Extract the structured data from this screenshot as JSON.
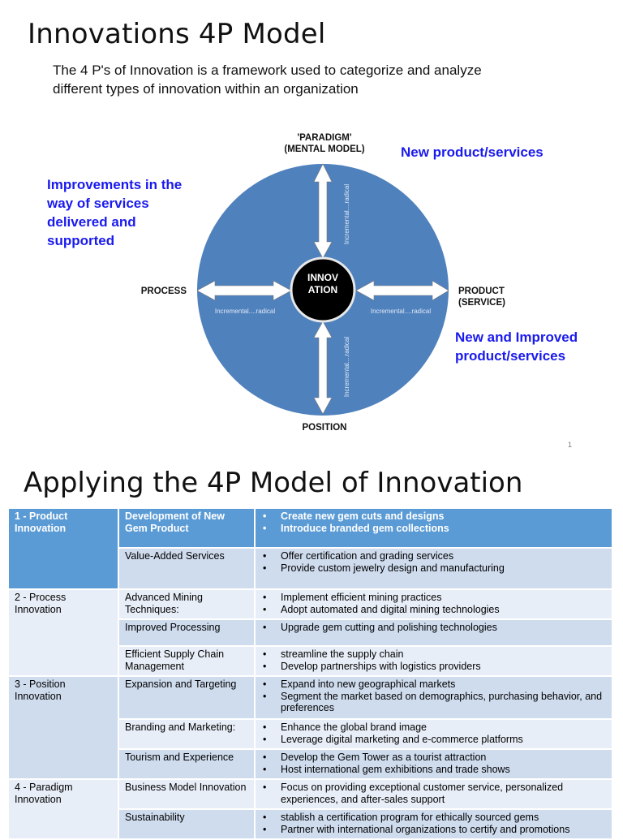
{
  "slide1": {
    "title": "Innovations 4P Model",
    "intro_line1": "The 4 P's of Innovation is a framework used to categorize and analyze",
    "intro_line2": "different types of innovation within an organization",
    "notes": {
      "left": "Improvements in the way of services delivered and supported",
      "top_right": "New product/services",
      "bottom_right": "New and Improved product/services"
    },
    "diagram": {
      "center_line1": "INNOV",
      "center_line2": "ATION",
      "paradigm_line1": "'PARADIGM'",
      "paradigm_line2": "(MENTAL MODEL)",
      "process": "PROCESS",
      "product_line1": "PRODUCT",
      "product_line2": "(SERVICE)",
      "position": "POSITION",
      "axis_label": "Incremental....radical",
      "colors": {
        "disc": "#4f81bd",
        "center": "#000000",
        "arrow": "#ffffff"
      }
    },
    "page_number": "1"
  },
  "slide2": {
    "title": "Applying the 4P Model of Innovation",
    "colors": {
      "header": "#5b9bd5",
      "row_dark": "#cfdcee",
      "row_light": "#e8eef7"
    },
    "rows": [
      {
        "category": "1 - Product Innovation",
        "items": [
          {
            "sub": "Development of New Gem Product",
            "points": [
              "Create new gem cuts and designs",
              "Introduce branded gem collections"
            ]
          },
          {
            "sub": "Value-Added Services",
            "points": [
              "Offer certification and grading services",
              "Provide custom jewelry design and manufacturing"
            ]
          }
        ]
      },
      {
        "category": "2 - Process Innovation",
        "items": [
          {
            "sub": "Advanced Mining Techniques:",
            "points": [
              "Implement  efficient mining practices",
              "Adopt automated and digital mining technologies"
            ]
          },
          {
            "sub": "Improved Processing",
            "points": [
              "Upgrade gem cutting and polishing technologies"
            ]
          },
          {
            "sub": "Efficient Supply Chain Management",
            "points": [
              "streamline the supply chain",
              "Develop partnerships with logistics providers"
            ]
          }
        ]
      },
      {
        "category": "3 - Position Innovation",
        "items": [
          {
            "sub": "Expansion and Targeting",
            "points": [
              "Expand into new geographical markets",
              "Segment the market based on demographics, purchasing behavior, and preferences"
            ]
          },
          {
            "sub": "Branding and Marketing:",
            "points": [
              "Enhance the global brand image",
              "Leverage digital marketing and e-commerce platforms"
            ]
          },
          {
            "sub": "Tourism and Experience",
            "points": [
              "Develop the Gem Tower as a tourist attraction",
              "Host international gem exhibitions and trade shows"
            ]
          }
        ]
      },
      {
        "category": "4 -  Paradigm Innovation",
        "items": [
          {
            "sub": "Business Model Innovation",
            "points": [
              "Focus on providing exceptional customer service, personalized experiences, and after-sales support"
            ]
          },
          {
            "sub": "Sustainability",
            "points": [
              "stablish a certification program for ethically sourced gems",
              "Partner with international organizations to certify and promotions"
            ]
          }
        ]
      }
    ]
  }
}
